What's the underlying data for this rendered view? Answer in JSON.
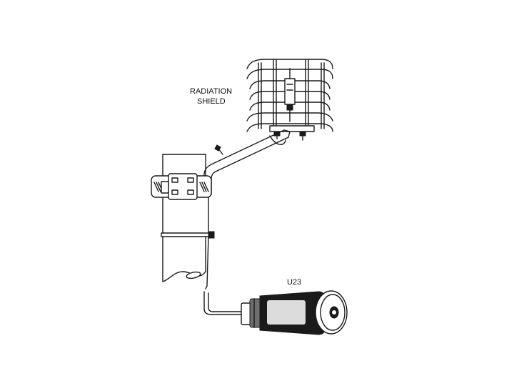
{
  "labels": {
    "shield_line1": "RADIATION",
    "shield_line2": "SHIELD",
    "logger": "U23"
  },
  "colors": {
    "line": "#1a1a1a",
    "background": "#ffffff",
    "logger_body": "#1a1a1a"
  }
}
